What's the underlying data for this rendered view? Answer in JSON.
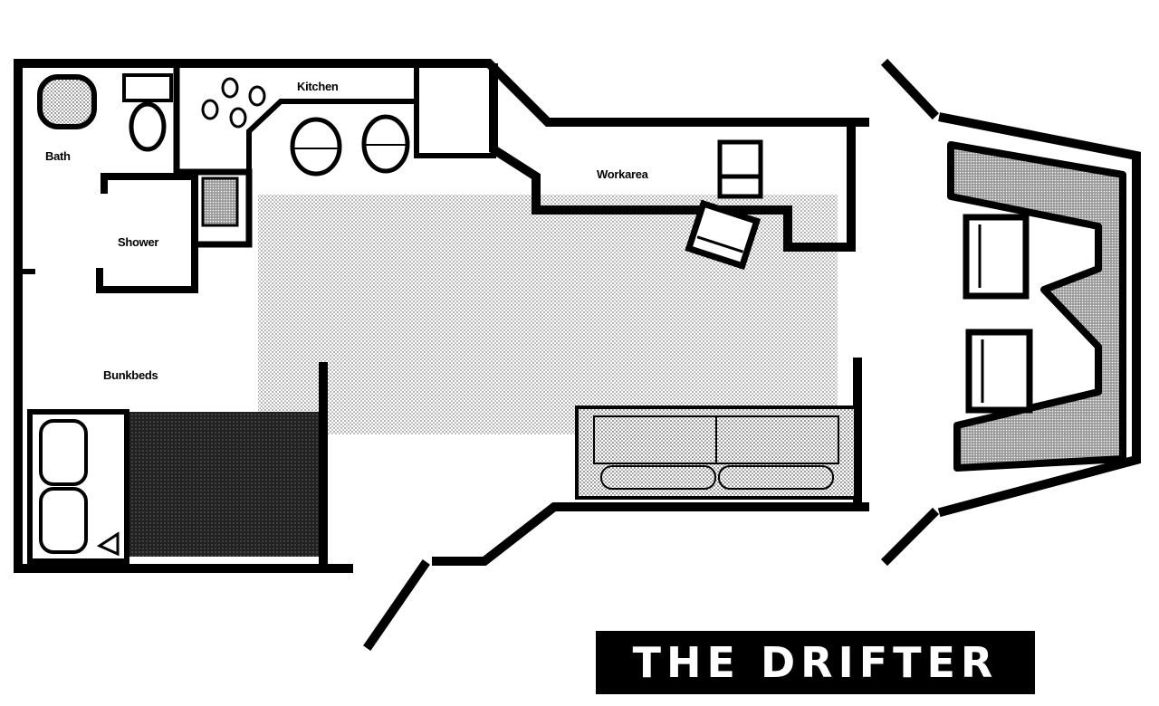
{
  "title": "THE DRIFTER",
  "rooms": {
    "bath": "Bath",
    "kitchen": "Kitchen",
    "shower": "Shower",
    "workarea": "Workarea",
    "bunkbeds": "Bunkbeds"
  },
  "colors": {
    "wall": "#000000",
    "floor": "#c8c8c8",
    "background": "#ffffff"
  }
}
